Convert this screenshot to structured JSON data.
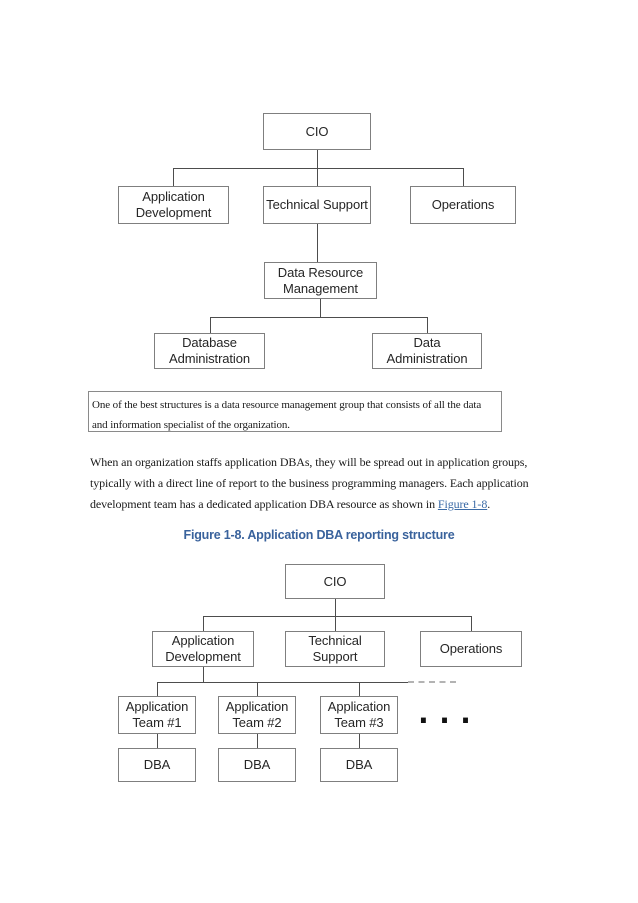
{
  "chart_top": {
    "root": "CIO",
    "level2": [
      "Application Development",
      "Technical Support",
      "Operations"
    ],
    "level3": "Data Resource Management",
    "level4": [
      "Database Administration",
      "Data Administration"
    ]
  },
  "note": {
    "line1": "One of the best structures is a data resource management group that consists of all the data",
    "line2": "and information specialist of the organization."
  },
  "paragraph": {
    "line1": "When an organization staffs application DBAs, they will be spread out in application groups,",
    "line2": "typically with a direct line of report to the business programming managers. Each application",
    "line3_before": "development team has a dedicated application DBA resource as shown in ",
    "link": "Figure 1-8",
    "line3_after": "."
  },
  "caption": "Figure 1-8. Application DBA reporting structure",
  "chart_bottom": {
    "root": "CIO",
    "level2": [
      "Application Development",
      "Technical Support",
      "Operations"
    ],
    "teams": [
      "Application Team #1",
      "Application Team #2",
      "Application Team #3"
    ],
    "dba": [
      "DBA",
      "DBA",
      "DBA"
    ],
    "more": "..."
  },
  "colors": {
    "caption_blue": "#39629c",
    "link_blue": "#3a6aa6",
    "box_border_gray": "#7f7f7f",
    "connector_gray": "#4d4d4d",
    "dashed_gray": "#b3b3b3"
  }
}
